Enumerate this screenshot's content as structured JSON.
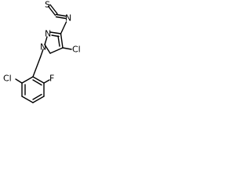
{
  "molecule": {
    "atoms": {
      "sulfur": "S",
      "nitrogen_isothiocyanate": "N",
      "nitrogen_ring_top": "N",
      "nitrogen_ring_bottom": "N",
      "chlorine_pyrazole": "Cl",
      "chlorine_phenyl": "Cl",
      "fluorine_phenyl": "F"
    }
  }
}
